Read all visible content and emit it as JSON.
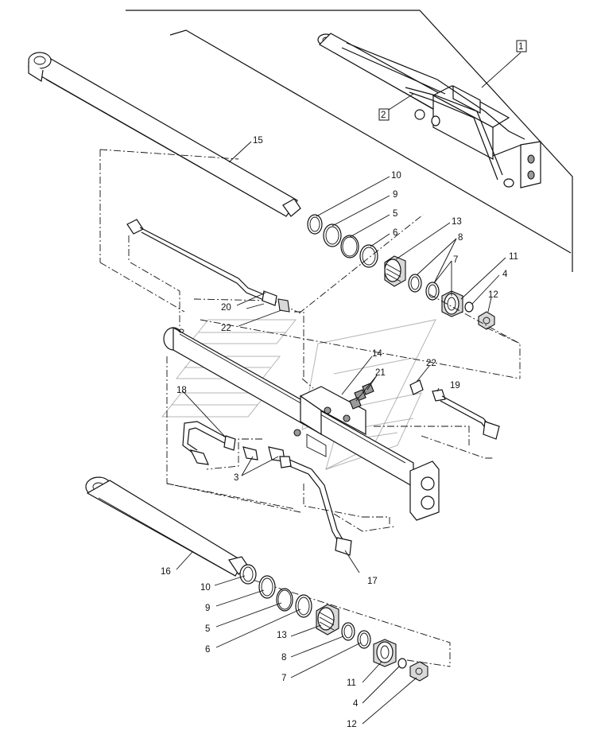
{
  "figure": {
    "callouts": [
      {
        "id": "c15",
        "text": "15"
      },
      {
        "id": "c10a",
        "text": "10"
      },
      {
        "id": "c9a",
        "text": "9"
      },
      {
        "id": "c5a",
        "text": "5"
      },
      {
        "id": "c6a",
        "text": "6"
      },
      {
        "id": "c13a",
        "text": "13"
      },
      {
        "id": "c8a",
        "text": "8"
      },
      {
        "id": "c7a",
        "text": "7"
      },
      {
        "id": "c11a",
        "text": "11"
      },
      {
        "id": "c4a",
        "text": "4"
      },
      {
        "id": "c12a",
        "text": "12"
      },
      {
        "id": "c20",
        "text": "20"
      },
      {
        "id": "c22a",
        "text": "22"
      },
      {
        "id": "c14",
        "text": "14"
      },
      {
        "id": "c21",
        "text": "21"
      },
      {
        "id": "c22b",
        "text": "22"
      },
      {
        "id": "c19",
        "text": "19"
      },
      {
        "id": "c18",
        "text": "18"
      },
      {
        "id": "c3",
        "text": "3"
      },
      {
        "id": "c16",
        "text": "16"
      },
      {
        "id": "c17",
        "text": "17"
      },
      {
        "id": "c10b",
        "text": "10"
      },
      {
        "id": "c9b",
        "text": "9"
      },
      {
        "id": "c5b",
        "text": "5"
      },
      {
        "id": "c6b",
        "text": "6"
      },
      {
        "id": "c13b",
        "text": "13"
      },
      {
        "id": "c8b",
        "text": "8"
      },
      {
        "id": "c7b",
        "text": "7"
      },
      {
        "id": "c11b",
        "text": "11"
      },
      {
        "id": "c4b",
        "text": "4"
      },
      {
        "id": "c12b",
        "text": "12"
      }
    ],
    "boxed_callouts": [
      {
        "id": "b1",
        "text": "1"
      },
      {
        "id": "b2",
        "text": "2"
      }
    ]
  }
}
